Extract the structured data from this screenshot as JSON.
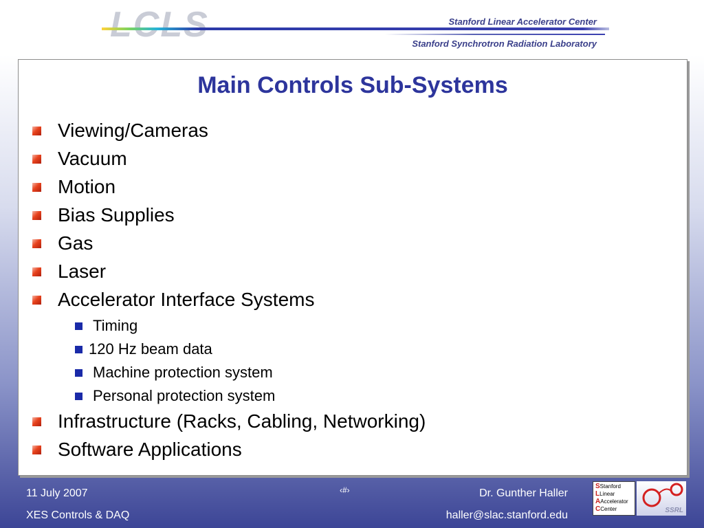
{
  "header": {
    "logo": "LCLS",
    "org_line1": "Stanford Linear Accelerator Center",
    "org_line2": "Stanford Synchrotron Radiation Laboratory"
  },
  "slide": {
    "title": "Main Controls Sub-Systems",
    "items": [
      {
        "level": 1,
        "text": "Viewing/Cameras"
      },
      {
        "level": 1,
        "text": "Vacuum"
      },
      {
        "level": 1,
        "text": "Motion"
      },
      {
        "level": 1,
        "text": "Bias Supplies"
      },
      {
        "level": 1,
        "text": "Gas"
      },
      {
        "level": 1,
        "text": "Laser"
      },
      {
        "level": 1,
        "text": "Accelerator Interface Systems"
      },
      {
        "level": 2,
        "text": "Timing"
      },
      {
        "level": 2,
        "text": "120 Hz beam data"
      },
      {
        "level": 2,
        "text": "Machine protection system"
      },
      {
        "level": 2,
        "text": "Personal protection system"
      },
      {
        "level": 1,
        "text": "Infrastructure (Racks, Cabling, Networking)"
      },
      {
        "level": 1,
        "text": "Software Applications"
      }
    ]
  },
  "footer": {
    "date": "11 July 2007",
    "subtitle": "XES Controls & DAQ",
    "page": "‹#›",
    "author": "Dr. Gunther Haller",
    "email": "haller@slac.stanford.edu"
  },
  "logos": {
    "stanford_lines": [
      "Stanford",
      "Linear",
      "Accelerator",
      "Center"
    ],
    "ssrl": "SSRL"
  },
  "colors": {
    "title": "#2d359c",
    "bullet_level1": "#e8431e",
    "bullet_level2": "#1a2aa8"
  }
}
